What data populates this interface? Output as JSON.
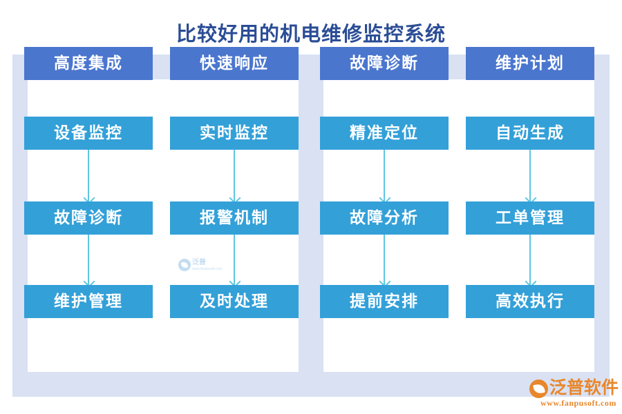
{
  "title": "比较好用的机电维修监控系统",
  "colors": {
    "title_text": "#2b4d96",
    "frame": "#d9e1f3",
    "panel": "#ffffff",
    "header_box": "#4a76ce",
    "step_box": "#33a0d8",
    "arrow": "#5ec6e0",
    "logo": "#e8872b"
  },
  "diagram": {
    "type": "flowchart",
    "panels": [
      {
        "name": "left-panel",
        "columns": [
          {
            "header": "高度集成",
            "steps": [
              "设备监控",
              "故障诊断",
              "维护管理"
            ]
          },
          {
            "header": "快速响应",
            "steps": [
              "实时监控",
              "报警机制",
              "及时处理"
            ]
          }
        ]
      },
      {
        "name": "right-panel",
        "columns": [
          {
            "header": "故障诊断",
            "steps": [
              "精准定位",
              "故障分析",
              "提前安排"
            ]
          },
          {
            "header": "维护计划",
            "steps": [
              "自动生成",
              "工单管理",
              "高效执行"
            ]
          }
        ]
      }
    ]
  },
  "watermark": {
    "brand": "泛普",
    "url": "www.fanpusoft.com"
  },
  "logo": {
    "brand": "泛普软件",
    "url": "www.fanpusoft.com"
  }
}
